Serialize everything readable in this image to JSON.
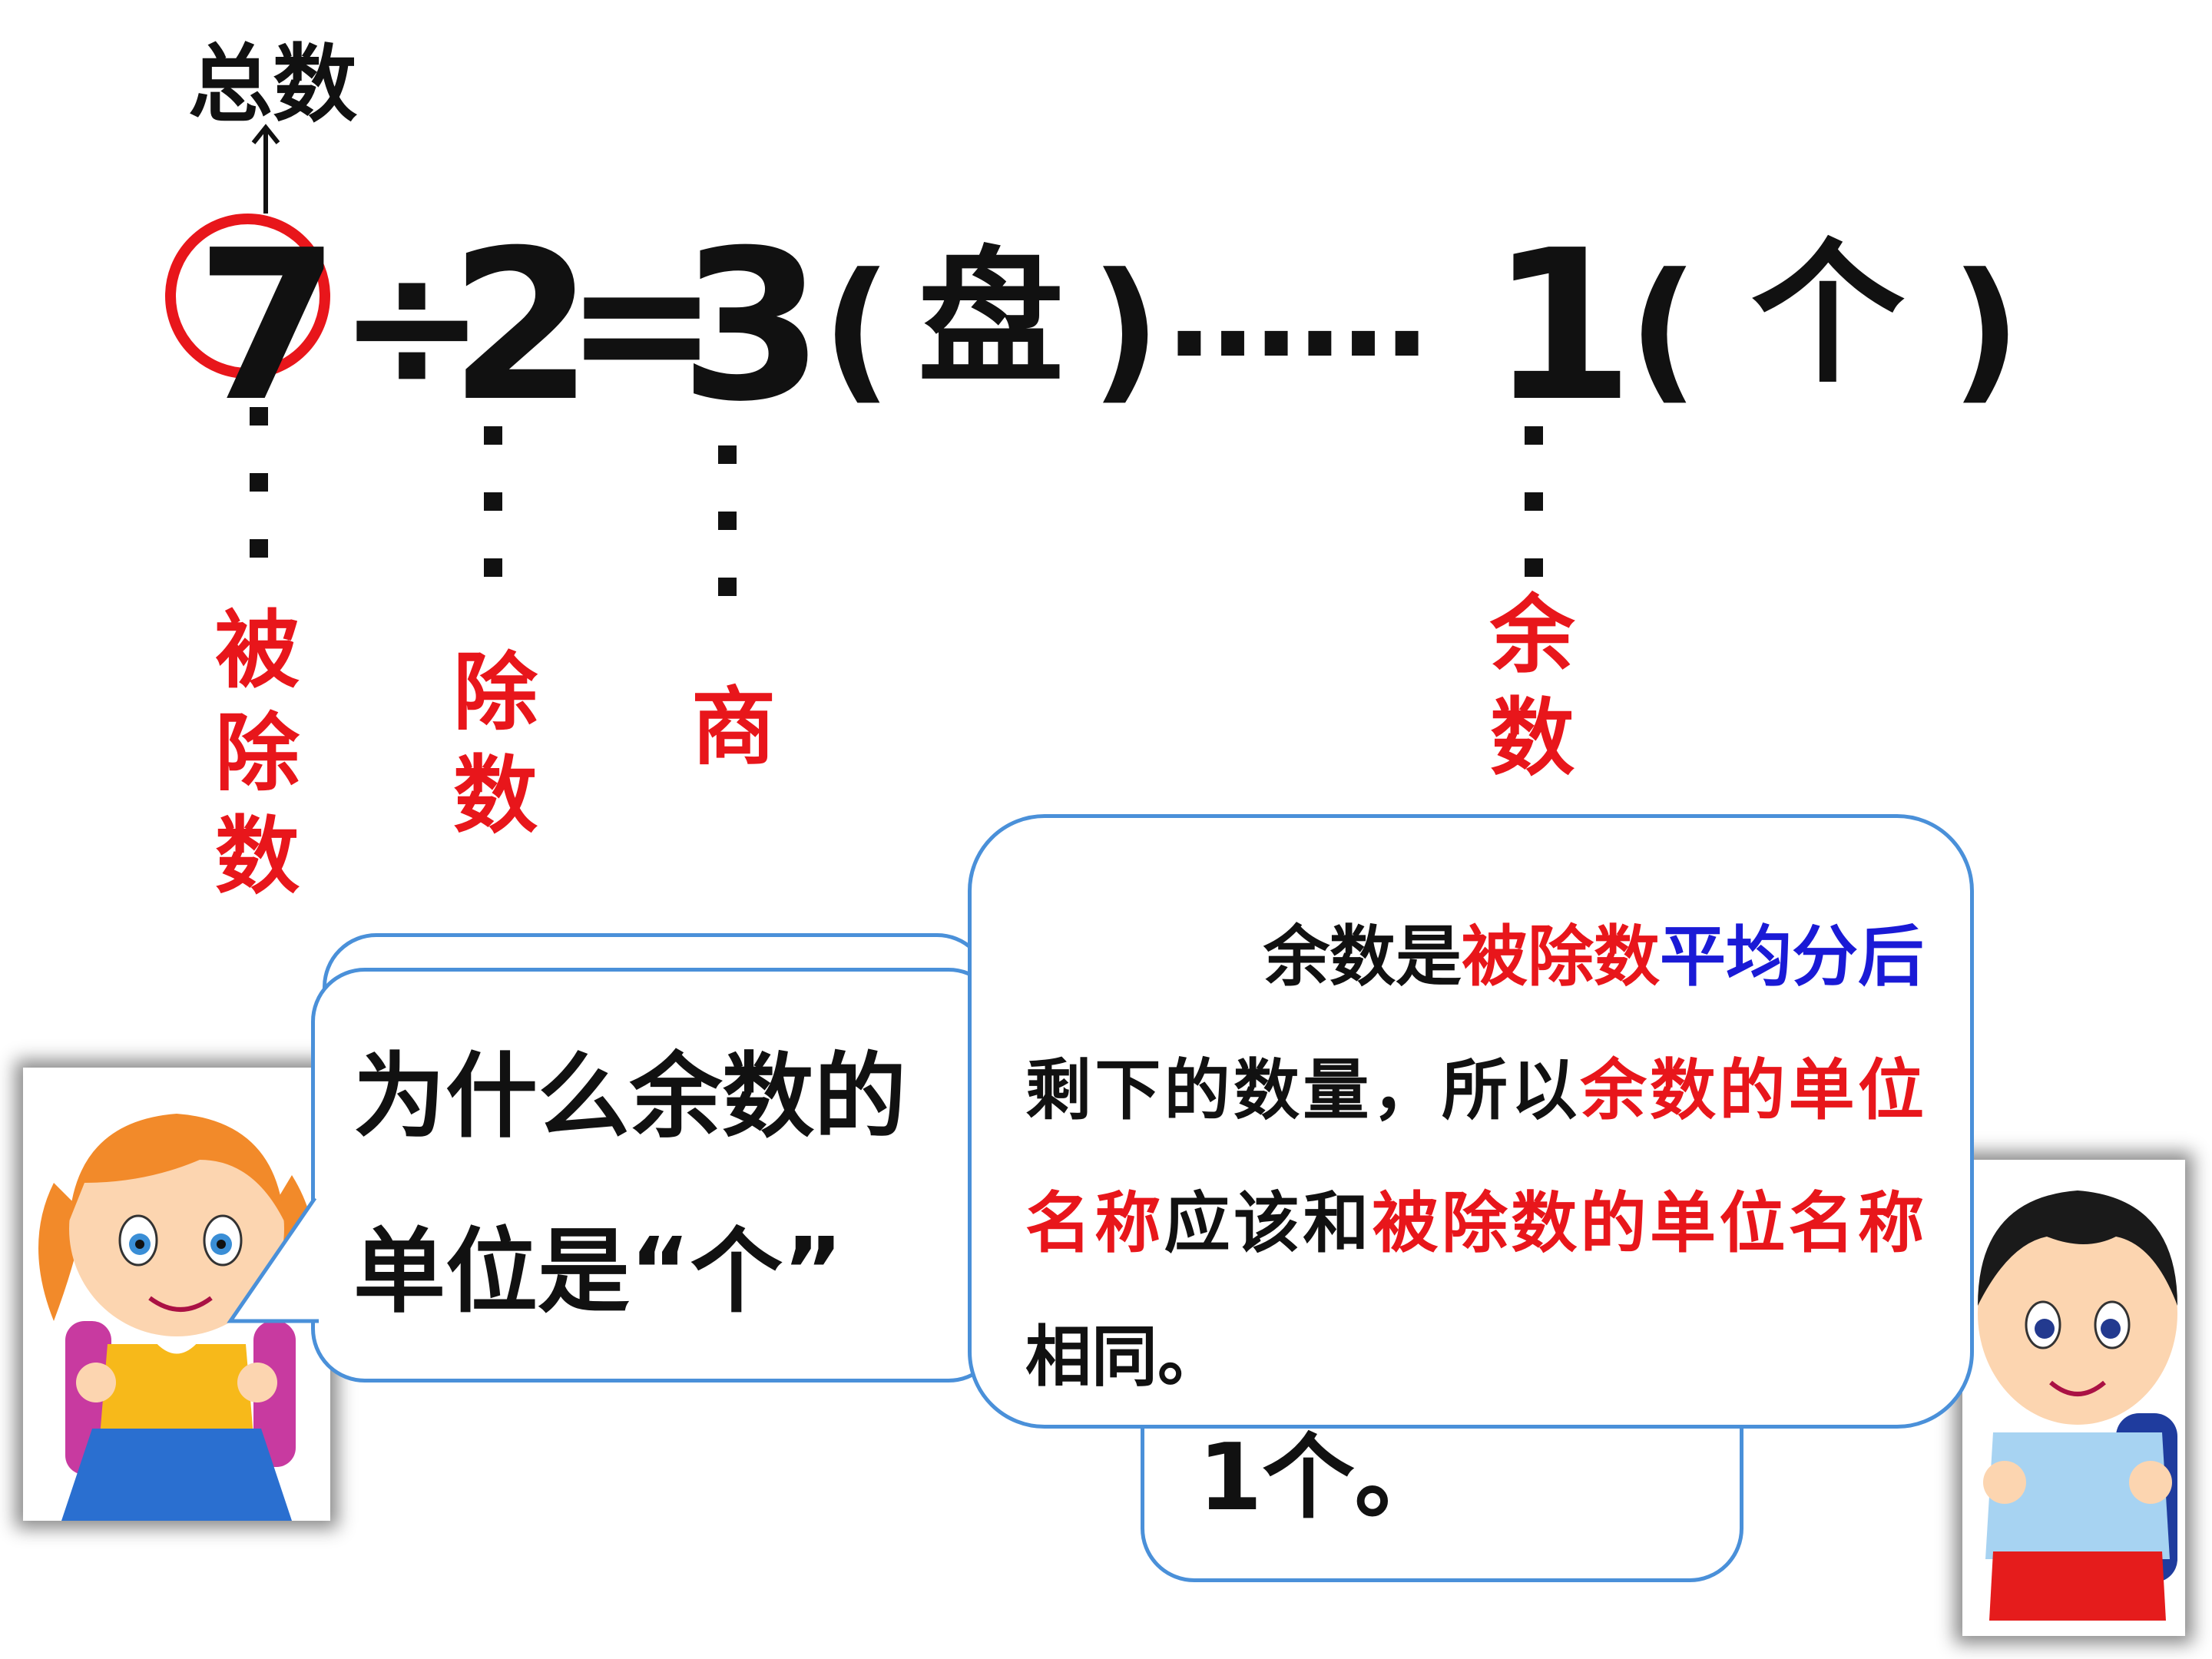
{
  "equation": {
    "total_label": "总数",
    "dividend": "7",
    "divide_sign": "÷",
    "divisor": "2",
    "equals": "=",
    "quotient": "3",
    "quotient_unit": "盘",
    "ellipsis": "……",
    "remainder": "1",
    "remainder_unit": "个",
    "open_paren": "(",
    "close_paren": ")"
  },
  "labels": {
    "dividend": [
      "被",
      "除",
      "数"
    ],
    "divisor": [
      "除",
      "数"
    ],
    "quotient": "商",
    "remainder": [
      "余",
      "数"
    ]
  },
  "question_bubble": {
    "line1": "为什么余数的",
    "line2": "单位是“个”"
  },
  "hidden_bubble_text": "1个。",
  "answer_bubble": {
    "p1_black": "余数是",
    "p1_red": "被除数",
    "p1_blue": "平均分后",
    "p2_black": "剩下的数量，所以",
    "p2_red": "余数的单位名称",
    "p3_black": "应该和",
    "p3_red": "被除数的单位名称",
    "p4_black": "相同。"
  },
  "colors": {
    "accent_red": "#e8161b",
    "accent_blue": "#1a1ad6",
    "bubble_border": "#4a90d9"
  },
  "icons": [
    "girl-character-icon",
    "boy-character-icon",
    "arrow-up-icon"
  ]
}
